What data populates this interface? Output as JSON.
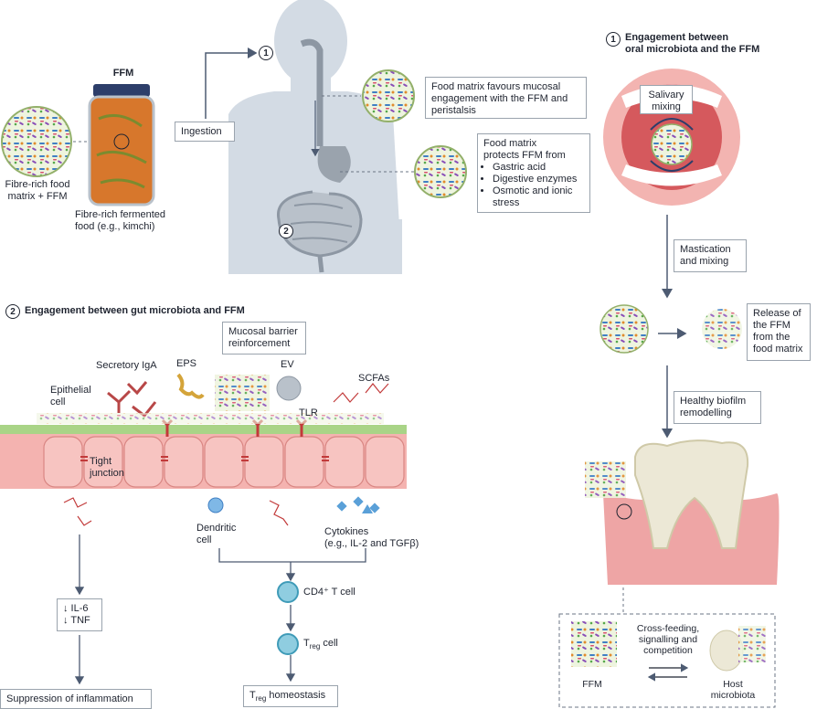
{
  "colors": {
    "silhouette": "#d3dbe4",
    "arrow": "#4d5b72",
    "tissue": "#f4b3b0",
    "mucus": "#a9d487",
    "kimchi": "#d7772c",
    "lid": "#2d3e6a",
    "tooth": "#ece8d6",
    "gum": "#eea5a5"
  },
  "top": {
    "ffm_title": "FFM",
    "matrix_label": "Fibre-rich food\nmatrix + FFM",
    "kimchi_label": "Fibre-rich fermented\nfood (e.g., kimchi)",
    "ingestion": "Ingestion",
    "step1": "1",
    "step2": "2",
    "mucosal_text": "Food matrix favours mucosal\nengagement with the FFM and\nperistalsis",
    "protects_title": "Food matrix\nprotects FFM from",
    "protects_items": [
      "Gastric acid",
      "Digestive enzymes",
      "Osmotic and ionic\nstress"
    ]
  },
  "gut": {
    "number": "2",
    "title": "Engagement between gut microbiota and FFM",
    "mucosal_barrier": "Mucosal barrier\nreinforcement",
    "secretory_iga": "Secretory IgA",
    "eps": "EPS",
    "ev": "EV",
    "scfas": "SCFAs",
    "epithelial": "Epithelial\ncell",
    "tlr": "TLR",
    "tight_junction": "Tight\njunction",
    "dendritic": "Dendritic\ncell",
    "cytokines": "Cytokines\n(e.g., IL-2 and TGFβ)",
    "il6_tnf": "↓ IL-6\n↓ TNF",
    "suppression": "Suppression of inflammation",
    "cd4": "CD4⁺ T cell",
    "treg_t": "T",
    "treg_sub": "reg",
    "treg_cell": " cell",
    "treg_homeo": " homeostasis"
  },
  "oral": {
    "number": "1",
    "title": "Engagement between\noral microbiota and the FFM",
    "salivary": "Salivary\nmixing",
    "mastication": "Mastication\nand mixing",
    "release": "Release of\nthe FFM\nfrom the\nfood matrix",
    "biofilm": "Healthy biofilm\nremodelling",
    "cross_feeding": "Cross-feeding,\nsignalling and\ncompetition",
    "ffm": "FFM",
    "host": "Host\nmicrobiota"
  }
}
